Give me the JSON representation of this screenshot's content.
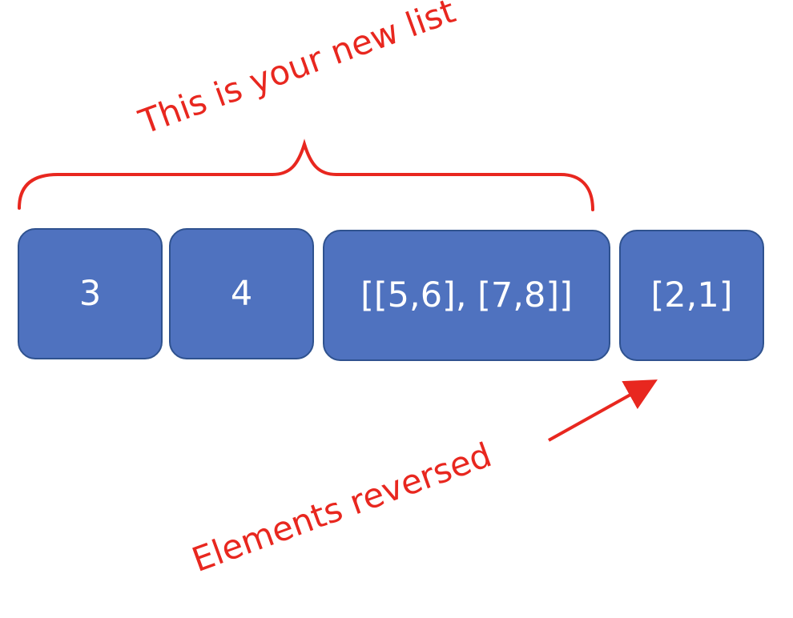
{
  "list_items": [
    {
      "label": "3"
    },
    {
      "label": "4"
    },
    {
      "label": "[[5,6], [7,8]]"
    },
    {
      "label": "[2,1]"
    }
  ],
  "annotations": {
    "brace_label": "This is your new list",
    "arrow_label": "Elements reversed"
  },
  "colors": {
    "box_fill": "#4f72bf",
    "box_border": "#2f528f",
    "box_text": "#ffffff",
    "annotation": "#e8271f"
  }
}
